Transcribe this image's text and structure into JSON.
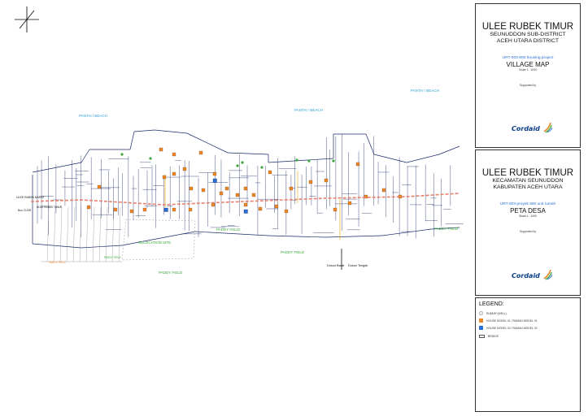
{
  "map": {
    "labels": {
      "pantai_left": "PANTAI / BEACH",
      "pantai_mid": "PANTAI / BEACH",
      "pantai_right": "PANTAI / BEACH",
      "relocation": "RELOCATION SITE",
      "paddy1": "PADDY FIELD",
      "paddy2": "PADDY FIELD",
      "paddy3": "PADDY FIELD",
      "paddy4": "PADDY FIELD",
      "paddy5": "PADDY FIELD",
      "paddy6": "PADDY FIELD",
      "ulee_barat": "ULEE RUBEK BARAT",
      "ulee_timur": "ULEE RUBEK TIMUR",
      "dusun_barat": "Dusun Barat",
      "dusun_tengah": "Dusun Tengah",
      "bouw": "Bou. D-009"
    }
  },
  "panel_en": {
    "title": "ULEE RUBEK TIMUR",
    "sub1": "SEUNUDDON SUB-DISTRICT",
    "sub2": "ACEH UTARA DISTRICT",
    "project": "URT-003-850 housing project",
    "map_title": "VILLAGE MAP",
    "scale": "Scale 1 : 1000",
    "supported": "Supported by",
    "logo": "Cordaid"
  },
  "panel_id": {
    "title": "ULEE RUBEK TIMUR",
    "sub1": "KECAMATAN SEUNUDDON",
    "sub2": "KABUPATEN ACEH UTARA",
    "project": "URT-003-proyek 850 unit rumah",
    "map_title": "PETA DESA",
    "scale": "Skala 1 : 1000",
    "supported": "Supported by",
    "logo": "Cordaid"
  },
  "legend": {
    "title": "LEGEND:",
    "items": [
      {
        "label": "SUMUR (WELL)",
        "color": "#aaaaaa"
      },
      {
        "label": "HOUSE MODEL 01 / RUMAH MODEL 01",
        "color": "#e8882a"
      },
      {
        "label": "HOUSE MODEL 02 / RUMAH MODEL 02",
        "color": "#2a6fd6"
      },
      {
        "label": "BRIDGE",
        "color": "#555555"
      }
    ]
  },
  "colors": {
    "road": "#e8826e",
    "house1": "#e8882a",
    "house2": "#2a6fd6",
    "label_blue": "#2aa0d6",
    "label_green": "#3aa63a",
    "lines": "#1a2a6a"
  }
}
